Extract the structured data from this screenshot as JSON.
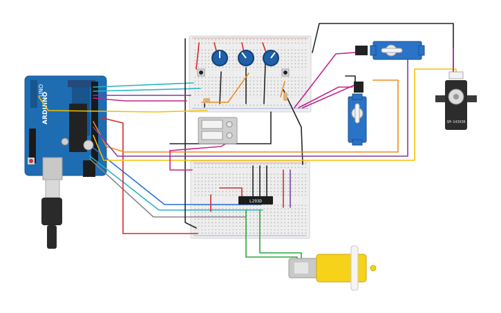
{
  "colors": {
    "board_blue": "#1e6db3",
    "breadboard": "#eeeeee",
    "wire_red": "#d9262c",
    "wire_black": "#222222",
    "wire_cyan": "#2ab3c6",
    "wire_orange": "#f08a1c",
    "wire_yellow": "#f2c200",
    "wire_magenta": "#c2248c",
    "wire_purple": "#7a3fa0",
    "wire_green": "#2aa33a",
    "wire_blue": "#2a6fd6",
    "wire_gray": "#888888",
    "servo_blue": "#2a73c6",
    "motor_yellow": "#f6d21a",
    "knob_blue": "#1e5fa8"
  },
  "labels": {
    "driver_chip": "L293D",
    "large_servo": "SM-S4303R",
    "arduino_brand": "UNO",
    "arduino_logo": "ARDUINO"
  },
  "components": {
    "potentiometers": 3,
    "pushbuttons": 2,
    "micro_servos": 2,
    "large_servos": 1,
    "dc_motors": 1,
    "breadboards": 2
  }
}
